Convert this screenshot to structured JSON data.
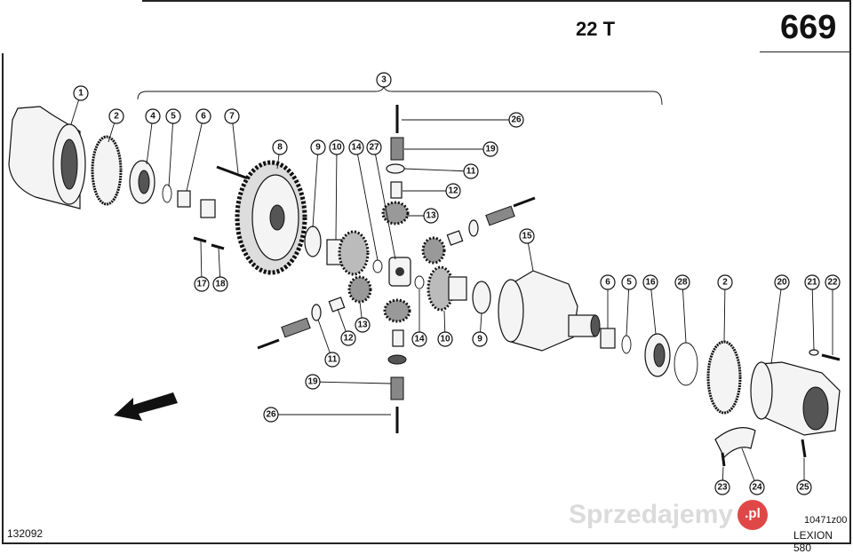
{
  "header": {
    "group": "22 T",
    "page_number": "669"
  },
  "footer": {
    "drawing_code_left": "132092",
    "drawing_code_right": "10471z00",
    "model": "LEXION 580"
  },
  "watermark": {
    "text": "Sprzedajemy",
    "badge": ".pl"
  },
  "diagram": {
    "assembly_label": "3",
    "callouts": [
      "1",
      "2",
      "4",
      "5",
      "6",
      "7",
      "8",
      "9",
      "10",
      "14",
      "27",
      "26",
      "19",
      "11",
      "12",
      "13",
      "15",
      "17",
      "18",
      "13",
      "12",
      "11",
      "19",
      "26",
      "14",
      "10",
      "9",
      "6",
      "5",
      "16",
      "28",
      "2",
      "20",
      "21",
      "22",
      "23",
      "24",
      "25"
    ],
    "direction_arrow": "arrow-down-left-icon"
  }
}
